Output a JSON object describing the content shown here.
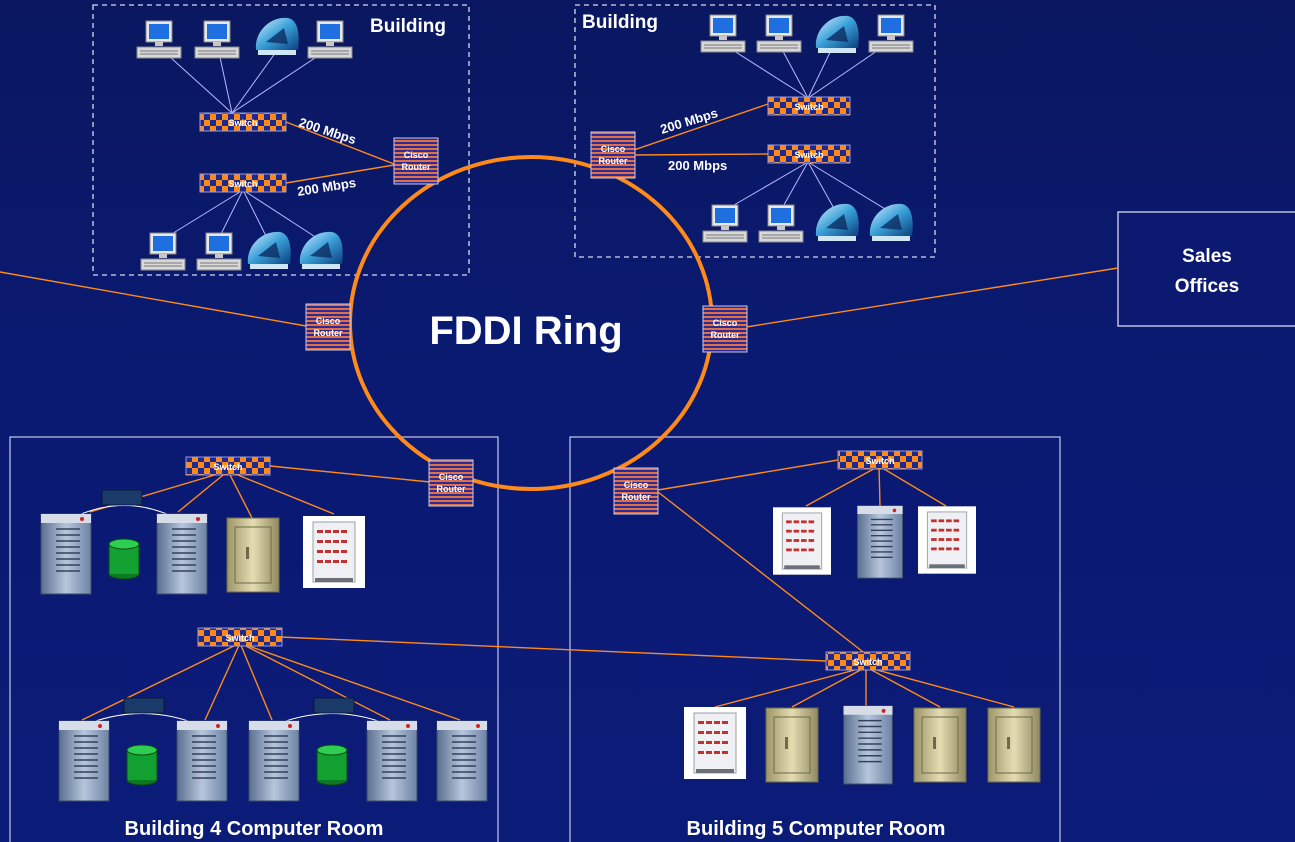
{
  "diagram": {
    "center_label": "FDDI Ring",
    "sales_offices_line1": "Sales",
    "sales_offices_line2": "Offices",
    "building_left_title": "Building",
    "building_right_title": "Building",
    "room4_title": "Building 4 Computer Room",
    "room5_title": "Building 5 Computer Room",
    "switch_label": "Switch",
    "router_line1": "Cisco",
    "router_line2": "Router",
    "link_speeds": [
      "200 Mbps",
      "200 Mbps",
      "200 Mbps",
      "200 Mbps"
    ]
  },
  "colors": {
    "background": "#0b1a70",
    "link": "#ff8a1a",
    "ring": "#ff8a1a",
    "client_link": "#b8b8ff",
    "switch_orange": "#ff8a1a",
    "switch_blue": "#1c2a90"
  }
}
